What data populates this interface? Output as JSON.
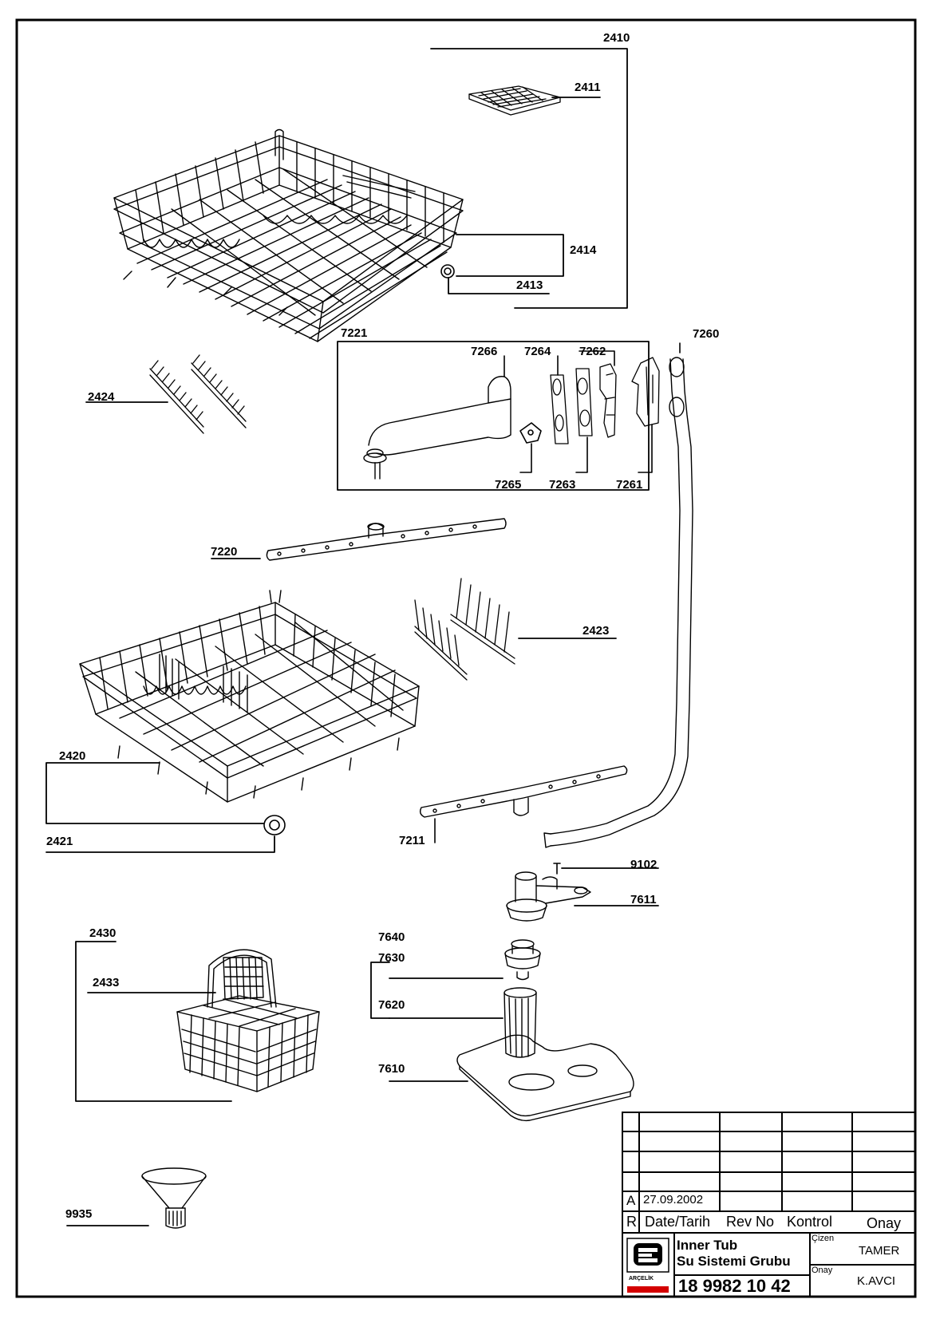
{
  "parts": [
    {
      "id": "p2410",
      "label": "2410"
    },
    {
      "id": "p2411",
      "label": "2411"
    },
    {
      "id": "p2414",
      "label": "2414"
    },
    {
      "id": "p2413",
      "label": "2413"
    },
    {
      "id": "p7221",
      "label": "7221"
    },
    {
      "id": "p7260",
      "label": "7260"
    },
    {
      "id": "p7266",
      "label": "7266"
    },
    {
      "id": "p7264",
      "label": "7264"
    },
    {
      "id": "p7262",
      "label": "7262"
    },
    {
      "id": "p2424",
      "label": "2424"
    },
    {
      "id": "p7265",
      "label": "7265"
    },
    {
      "id": "p7263",
      "label": "7263"
    },
    {
      "id": "p7261",
      "label": "7261"
    },
    {
      "id": "p7220",
      "label": "7220"
    },
    {
      "id": "p2423",
      "label": "2423"
    },
    {
      "id": "p2420",
      "label": "2420"
    },
    {
      "id": "p7211",
      "label": "7211"
    },
    {
      "id": "p2421",
      "label": "2421"
    },
    {
      "id": "p9102",
      "label": "9102"
    },
    {
      "id": "p7611",
      "label": "7611"
    },
    {
      "id": "p2430",
      "label": "2430"
    },
    {
      "id": "p7640",
      "label": "7640"
    },
    {
      "id": "p7630",
      "label": "7630"
    },
    {
      "id": "p2433",
      "label": "2433"
    },
    {
      "id": "p7620",
      "label": "7620"
    },
    {
      "id": "p7610",
      "label": "7610"
    },
    {
      "id": "p9935",
      "label": "9935"
    }
  ],
  "title_block": {
    "revision_letter": "A",
    "revision_date": "27.09.2002",
    "header_r": "R",
    "header_date": "Date/Tarih",
    "header_rev": "Rev No",
    "header_control": "Kontrol",
    "header_approval": "Onay",
    "title_line1": "Inner Tub",
    "title_line2": "Su Sistemi Grubu",
    "drawing_number": "18 9982 10 42",
    "drawn_label": "Çizen",
    "drawn_by": "TAMER",
    "approved_label": "Onay",
    "approved_by": "K.AVCI",
    "company": "ARÇELİK"
  }
}
